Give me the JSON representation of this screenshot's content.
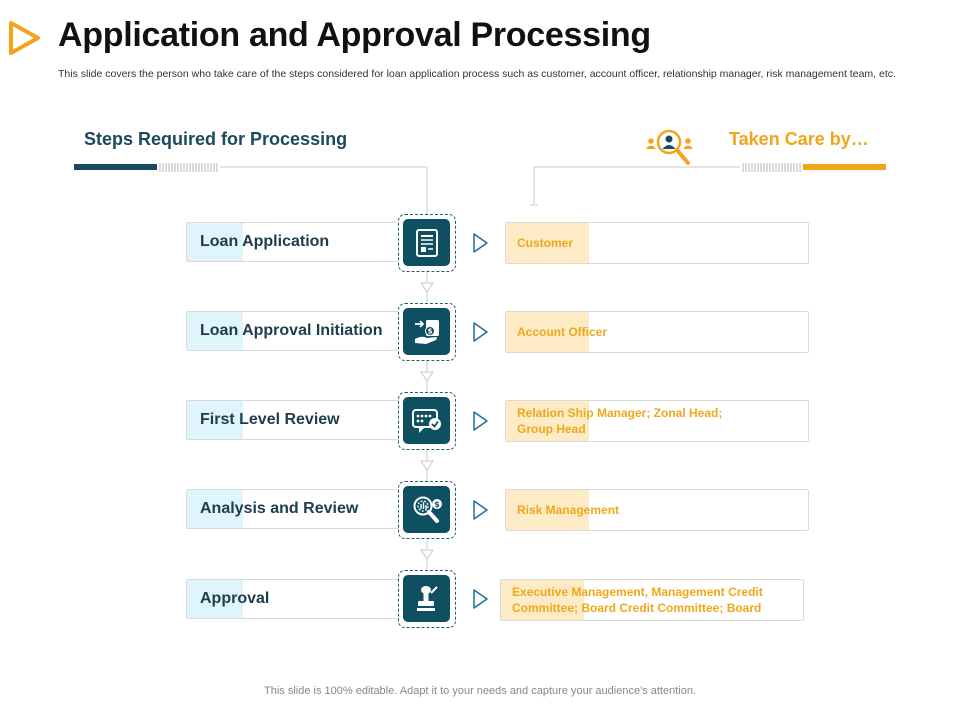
{
  "header": {
    "title": "Application and Approval Processing",
    "subtitle": "This slide covers the person who take care of the steps considered for loan application process such as customer, account officer, relationship manager, risk management team, etc."
  },
  "columns": {
    "left_heading": "Steps Required for Processing",
    "right_heading": "Taken Care by…"
  },
  "rows": [
    {
      "step": "Loan Application",
      "owner": "Customer",
      "icon": "document-icon"
    },
    {
      "step": "Loan Approval Initiation",
      "owner": "Account Officer",
      "icon": "money-hand-icon"
    },
    {
      "step": "First Level Review",
      "owner": "Relation Ship Manager; Zonal Head; Group Head",
      "icon": "review-chat-icon"
    },
    {
      "step": "Analysis and Review",
      "owner": "Risk Management",
      "icon": "analysis-magnifier-icon"
    },
    {
      "step": "Approval",
      "owner": "Executive Management, Management Credit Committee; Board Credit Committee; Board",
      "icon": "stamp-icon"
    }
  ],
  "footer": {
    "note": "This slide is 100% editable. Adapt it to your needs and capture your audience's attention."
  },
  "colors": {
    "teal": "#0f4f62",
    "orange": "#f2a51a",
    "light_blue": "#dff4fb",
    "light_orange": "#fdebc6"
  }
}
